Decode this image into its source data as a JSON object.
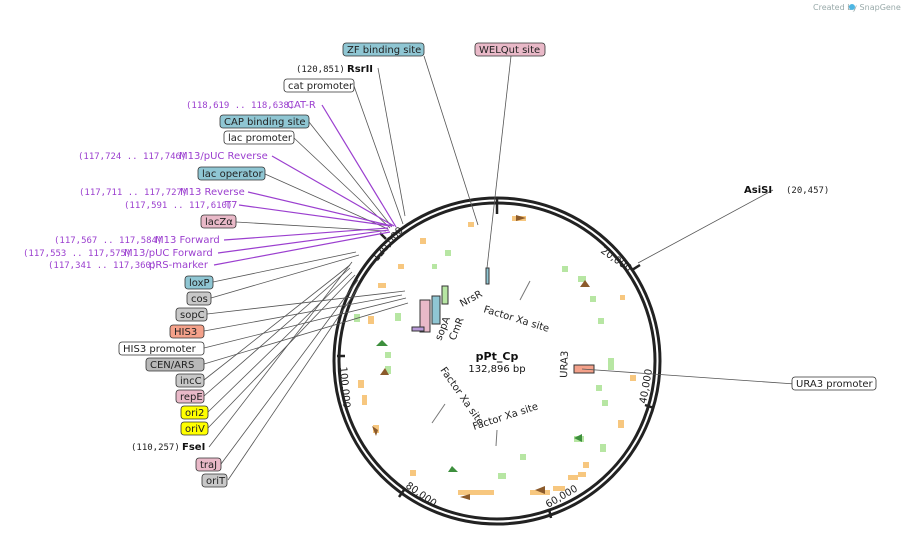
{
  "watermark": "Created by  SnapGene",
  "plasmid": {
    "name": "pPt_Cp",
    "size_label": "132,896 bp"
  },
  "ticks": [
    "20,000",
    "40,000",
    "60,000",
    "80,000",
    "100,000",
    "120,000"
  ],
  "features": [
    {
      "text": "ZF binding site",
      "fill": "#8fc6d3"
    },
    {
      "text": "WELQut site",
      "fill": "#e9b9c8"
    },
    {
      "text": "cat promoter",
      "fill": "#ffffff"
    },
    {
      "text": "CAP binding site",
      "fill": "#8fc6d3"
    },
    {
      "text": "lac promoter",
      "fill": "#ffffff"
    },
    {
      "text": "lac operator",
      "fill": "#8fc6d3"
    },
    {
      "text": "lacZα",
      "fill": "#e9b9c8"
    },
    {
      "text": "loxP",
      "fill": "#8fc6d3"
    },
    {
      "text": "cos",
      "fill": "#c8c8c8"
    },
    {
      "text": "sopC",
      "fill": "#c8c8c8"
    },
    {
      "text": "HIS3",
      "fill": "#f4a18a"
    },
    {
      "text": "HIS3 promoter",
      "fill": "#ffffff"
    },
    {
      "text": "CEN/ARS",
      "fill": "#b8b8b8"
    },
    {
      "text": "incC",
      "fill": "#c8c8c8"
    },
    {
      "text": "repE",
      "fill": "#e9b9c8"
    },
    {
      "text": "ori2",
      "fill": "#ffff00"
    },
    {
      "text": "oriV",
      "fill": "#ffff00"
    },
    {
      "text": "traJ",
      "fill": "#e9b9c8"
    },
    {
      "text": "oriT",
      "fill": "#c8c8c8"
    },
    {
      "text": "URA3 promoter",
      "fill": "#ffffff"
    }
  ],
  "sites": [
    {
      "range": "(120,851)",
      "name": "RsrII"
    },
    {
      "range": "(110,257)",
      "name": "FseI"
    },
    {
      "range": "(20,457)",
      "name": "AsiSI"
    }
  ],
  "primers": [
    {
      "range": "(118,619 .. 118,638)",
      "name": "CAT-R"
    },
    {
      "range": "(117,724 .. 117,746)",
      "name": "M13/pUC Reverse"
    },
    {
      "range": "(117,711 .. 117,727)",
      "name": "M13 Reverse"
    },
    {
      "range": "(117,591 .. 117,610)",
      "name": "T7"
    },
    {
      "range": "(117,567 .. 117,584)",
      "name": "M13 Forward"
    },
    {
      "range": "(117,553 .. 117,575)",
      "name": "M13/pUC Forward"
    },
    {
      "range": "(117,341 .. 117,360)",
      "name": "pRS-marker"
    }
  ],
  "inner_labels": [
    "NrsR",
    "Factor Xa site",
    "sopA",
    "CmR",
    "URA3",
    "Factor Xa site",
    "Factor Xa site"
  ]
}
